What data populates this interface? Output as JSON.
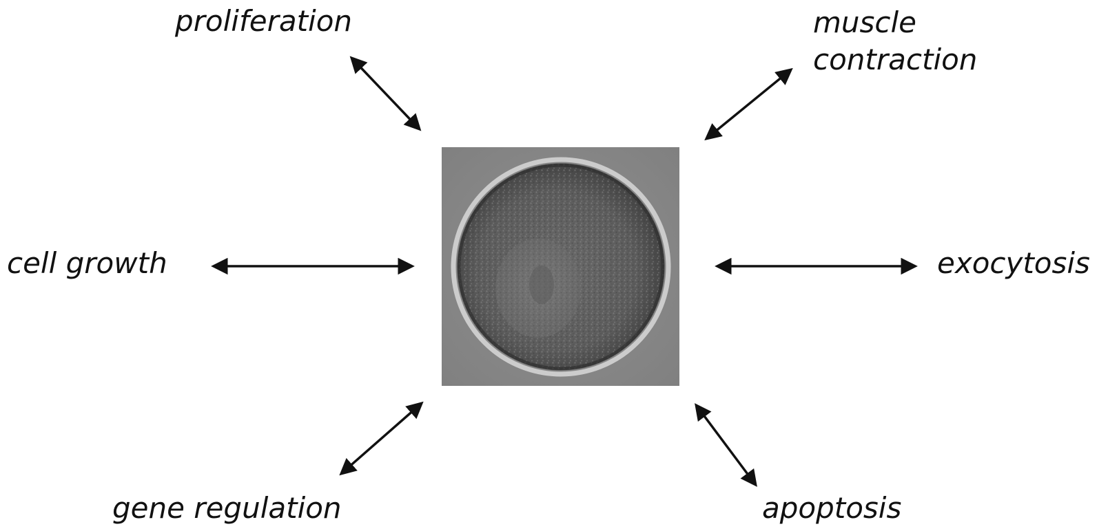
{
  "diagram": {
    "center": "cell-micrograph",
    "labels": {
      "proliferation": "proliferation",
      "muscle_line1": "muscle",
      "muscle_line2": "contraction",
      "cell_growth": "cell growth",
      "exocytosis": "exocytosis",
      "gene_regulation": "gene regulation",
      "apoptosis": "apoptosis"
    },
    "arrow_style": "double-headed",
    "arrow_color": "#111111"
  }
}
